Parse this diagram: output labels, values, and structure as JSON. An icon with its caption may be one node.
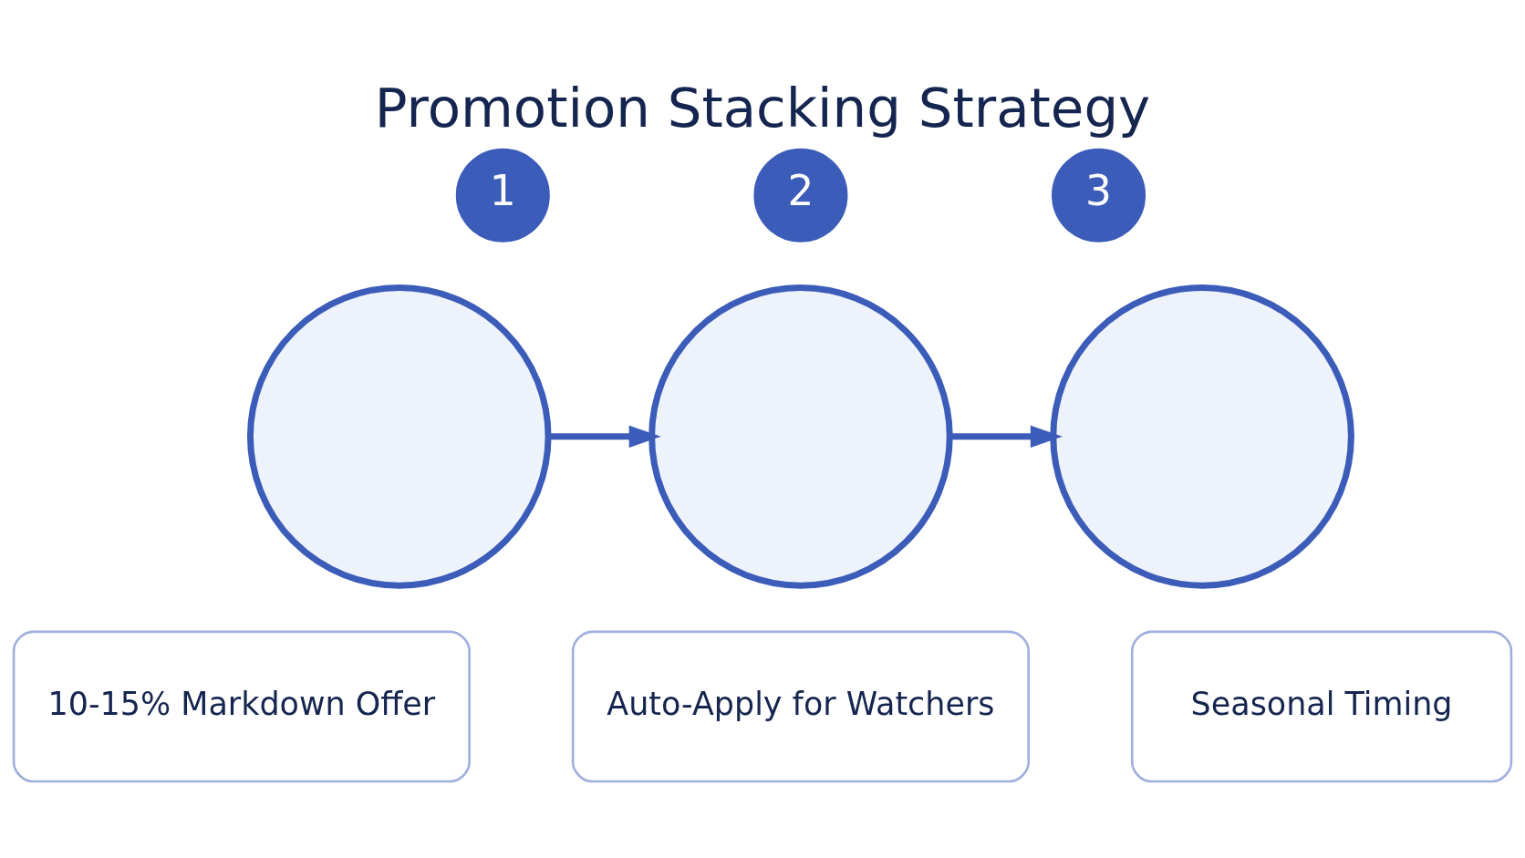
{
  "diagram": {
    "title": "Promotion Stacking Strategy",
    "nodes": [
      {
        "text": [
          "1"
        ]
      },
      {
        "text": [],
        "shape": "circle"
      },
      {
        "text": [
          "10-15% Markdown Offer"
        ]
      },
      {
        "text": [
          "2"
        ]
      },
      {
        "text": [],
        "shape": "circle"
      },
      {
        "text": [
          "Auto-Apply for Watchers"
        ]
      },
      {
        "text": [
          "3"
        ]
      },
      {
        "text": [],
        "shape": "circle"
      },
      {
        "text": [
          "Seasonal Timing"
        ]
      }
    ],
    "edges": [
      {
        "from": 1,
        "to": 4,
        "arrow": "to"
      },
      {
        "from": 4,
        "to": 7,
        "arrow": "to"
      }
    ]
  }
}
